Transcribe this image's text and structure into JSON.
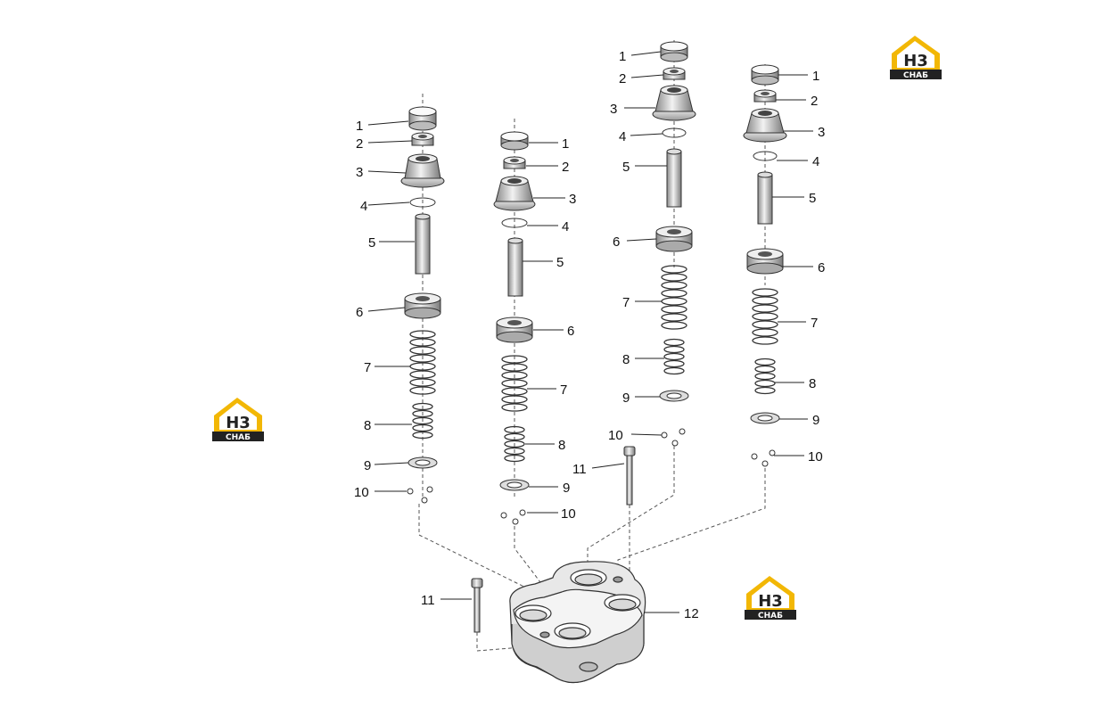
{
  "brand": {
    "logo_letters": "H3",
    "logo_sub": "CHAБ",
    "logo_color": "#f2b705",
    "logo_dark": "#222222"
  },
  "callouts": {
    "c1": "1",
    "c2": "2",
    "c3": "3",
    "c4": "4",
    "c5": "5",
    "c6": "6",
    "c7": "7",
    "c8": "8",
    "c9": "9",
    "c10": "10",
    "c11": "11",
    "c12": "12"
  }
}
